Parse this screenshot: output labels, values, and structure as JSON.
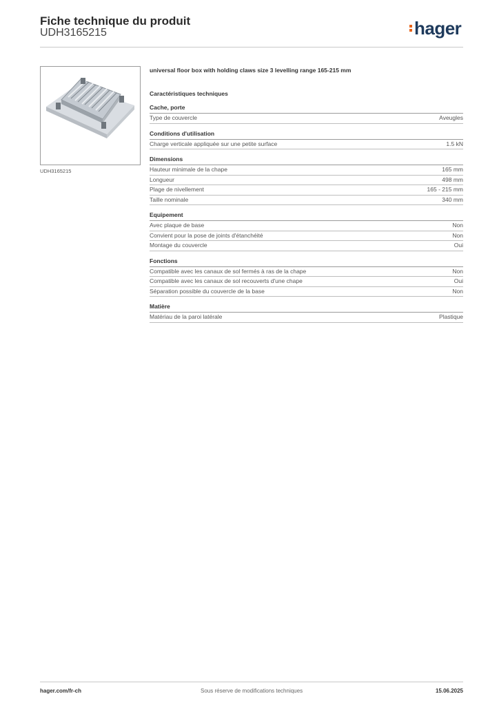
{
  "header": {
    "title": "Fiche technique du produit",
    "reference": "UDH3165215",
    "brand": "hager"
  },
  "product": {
    "image_caption": "UDH3165215",
    "description": "universal floor box with holding claws size 3 levelling range 165-215 mm"
  },
  "specs": {
    "heading": "Caractéristiques techniques",
    "groups": [
      {
        "title": "Cache, porte",
        "rows": [
          {
            "label": "Type de couvercle",
            "value": "Aveugles"
          }
        ]
      },
      {
        "title": "Conditions d'utilisation",
        "rows": [
          {
            "label": "Charge verticale appliquée sur une petite surface",
            "value": "1.5 kN"
          }
        ]
      },
      {
        "title": "Dimensions",
        "rows": [
          {
            "label": "Hauteur minimale de la chape",
            "value": "165 mm"
          },
          {
            "label": "Longueur",
            "value": "498 mm"
          },
          {
            "label": "Plage de nivellement",
            "value": "165 - 215 mm"
          },
          {
            "label": "Taille nominale",
            "value": "340 mm"
          }
        ]
      },
      {
        "title": "Equipement",
        "rows": [
          {
            "label": "Avec plaque de base",
            "value": "Non"
          },
          {
            "label": "Convient pour la pose de joints d'étanchéité",
            "value": "Non"
          },
          {
            "label": "Montage du couvercle",
            "value": "Oui"
          }
        ]
      },
      {
        "title": "Fonctions",
        "rows": [
          {
            "label": "Compatible avec les canaux de sol fermés à ras de la chape",
            "value": "Non"
          },
          {
            "label": "Compatible avec les canaux de sol recouverts d'une chape",
            "value": "Oui"
          },
          {
            "label": "Séparation possible du couvercle de la base",
            "value": "Non"
          }
        ]
      },
      {
        "title": "Matière",
        "rows": [
          {
            "label": "Matériau de la paroi latérale",
            "value": "Plastique"
          }
        ]
      }
    ]
  },
  "footer": {
    "website": "hager.com/fr-ch",
    "notice": "Sous réserve de modifications techniques",
    "date": "15.06.2025"
  }
}
